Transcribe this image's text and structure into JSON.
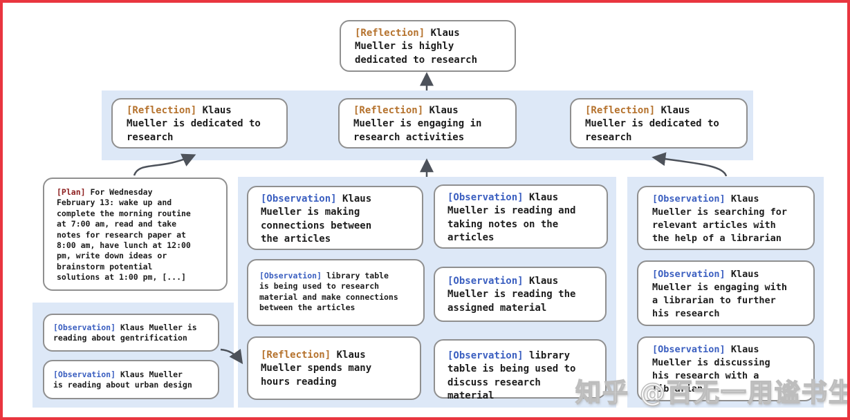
{
  "colors": {
    "frame_red": "#e9353f",
    "panel_blue": "#dde8f7",
    "box_border_gray": "#8f8f8f",
    "reflection_label": "#b5722d",
    "observation_label": "#3b5fc0",
    "plan_label": "#8e2020",
    "body_text": "#1c1c1c",
    "arrow_gray": "#4d525a"
  },
  "watermark": "知乎 @百无一用谧书生",
  "nodes": {
    "top": {
      "label": "[Reflection]",
      "text": "Klaus\nMueller is highly\ndedicated to research"
    },
    "band": [
      {
        "label": "[Reflection]",
        "text": "Klaus\nMueller is dedicated to\nresearch"
      },
      {
        "label": "[Reflection]",
        "text": "Klaus\nMueller is engaging in\nresearch activities"
      },
      {
        "label": "[Reflection]",
        "text": "Klaus\nMueller is dedicated to\nresearch"
      }
    ],
    "plan": {
      "label": "[Plan]",
      "text": "For Wednesday\nFebruary 13: wake up and\ncomplete the morning routine\nat 7:00 am, read and take\nnotes for research paper at\n8:00 am, have lunch at 12:00\npm, write down ideas or\nbrainstorm potential\nsolutions at 1:00 pm, [...]"
    },
    "left_panel": [
      {
        "label": "[Observation]",
        "text": "Klaus Mueller is\nreading about gentrification"
      },
      {
        "label": "[Observation]",
        "text": "Klaus Mueller\nis reading about urban design"
      }
    ],
    "center_col1": [
      {
        "label": "[Observation]",
        "text": "Klaus\nMueller is making\nconnections between\nthe articles"
      },
      {
        "label": "[Observation]",
        "text": "library table\nis being used to research\nmaterial and make connections\nbetween the articles"
      },
      {
        "label": "[Reflection]",
        "text": "Klaus\nMueller spends many\nhours reading"
      }
    ],
    "center_col2": [
      {
        "label": "[Observation]",
        "text": "Klaus\nMueller is reading and\ntaking notes on the\narticles"
      },
      {
        "label": "[Observation]",
        "text": "Klaus\nMueller is reading the\nassigned material"
      },
      {
        "label": "[Observation]",
        "text": "library\ntable is being used to\ndiscuss research material"
      }
    ],
    "right_panel": [
      {
        "label": "[Observation]",
        "text": "Klaus\nMueller is searching for\nrelevant articles with\nthe help of a librarian"
      },
      {
        "label": "[Observation]",
        "text": "Klaus\nMueller is engaging with\na librarian to further\nhis research"
      },
      {
        "label": "[Observation]",
        "text": "Klaus\nMueller is discussing\nhis research with a\nlibrarian"
      }
    ]
  }
}
